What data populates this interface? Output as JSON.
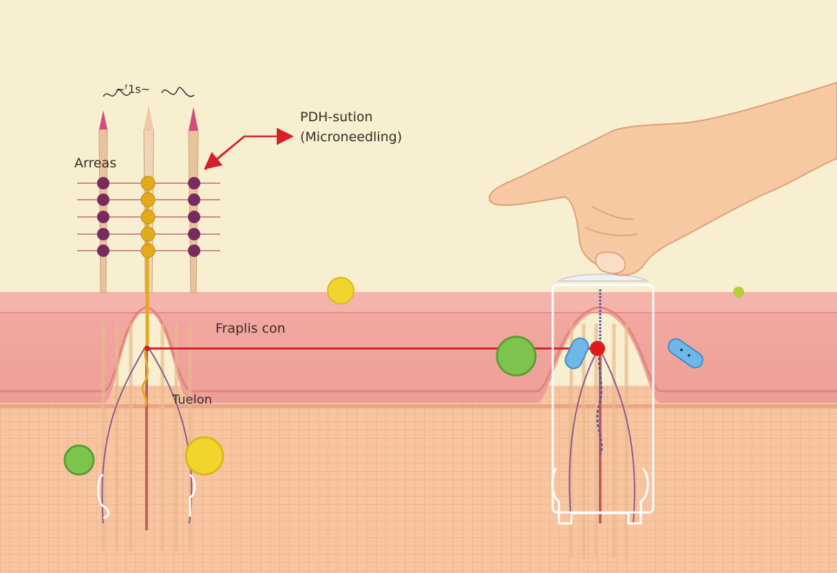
{
  "diagram": {
    "labels": {
      "top_squiggle": "~ᶠ1s~",
      "arreas": "Arreas",
      "pdh_line1": "PDH-sution",
      "pdh_line2": "(Microneedling)",
      "fraplis": "Fraplis con",
      "tuelon": "Tuelon"
    },
    "icons": [
      "hand-icon",
      "microneedle-icon",
      "hair-follicle-icon",
      "cell-icon"
    ],
    "colors": {
      "background": "#f7efcf",
      "epidermis": "#f0a8a0",
      "dermis": "#f6c3a0",
      "arrow_red": "#d4202a",
      "bead_purple": "#7a2a5e",
      "bead_gold": "#e3aa1a",
      "cell_green": "#7dc44f",
      "cell_yellow": "#f0d62c",
      "bacteria_blue": "#6eb8e8"
    }
  }
}
